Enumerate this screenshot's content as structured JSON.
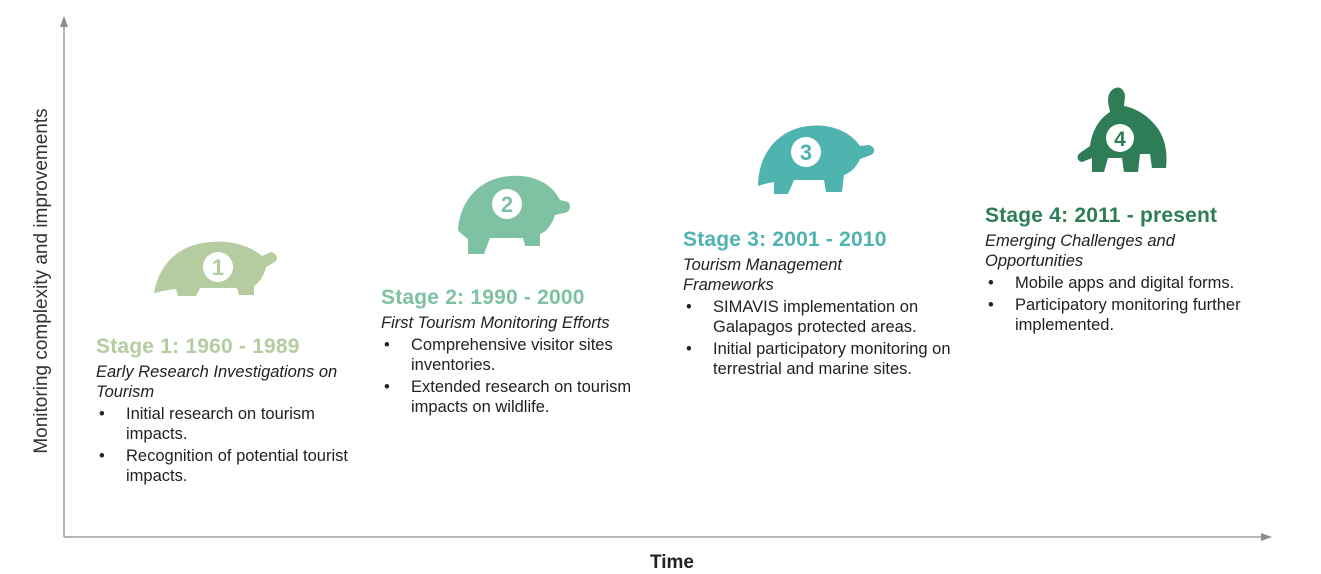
{
  "axes": {
    "y_label": "Monitoring complexity and improvements",
    "x_label": "Time"
  },
  "colors": {
    "stage1": "#b5cca1",
    "stage2": "#7ec2a3",
    "stage3": "#4fb3b0",
    "stage4": "#2e7d57",
    "axis": "#8c8c8c"
  },
  "stages": [
    {
      "number": "1",
      "title": "Stage 1: 1960 - 1989",
      "subtitle": "Early Research Investigations on Tourism",
      "bullets": [
        "Initial research on tourism impacts.",
        "Recognition of potential tourist impacts."
      ],
      "icon": "tortoise-icon"
    },
    {
      "number": "2",
      "title": "Stage 2: 1990 - 2000",
      "subtitle": "First Tourism Monitoring Efforts",
      "bullets": [
        "Comprehensive visitor sites inventories.",
        "Extended research on tourism impacts on wildlife."
      ],
      "icon": "tortoise-icon"
    },
    {
      "number": "3",
      "title": "Stage 3: 2001 - 2010",
      "subtitle": "Tourism Management Frameworks",
      "bullets": [
        "SIMAVIS implementation on Galapagos protected areas.",
        "Initial participatory monitoring on terrestrial and marine sites."
      ],
      "icon": "tortoise-icon"
    },
    {
      "number": "4",
      "title": "Stage 4: 2011 - present",
      "subtitle": "Emerging Challenges and Opportunities",
      "bullets": [
        "Mobile apps and digital forms.",
        "Participatory monitoring further implemented."
      ],
      "icon": "tortoise-icon"
    }
  ]
}
